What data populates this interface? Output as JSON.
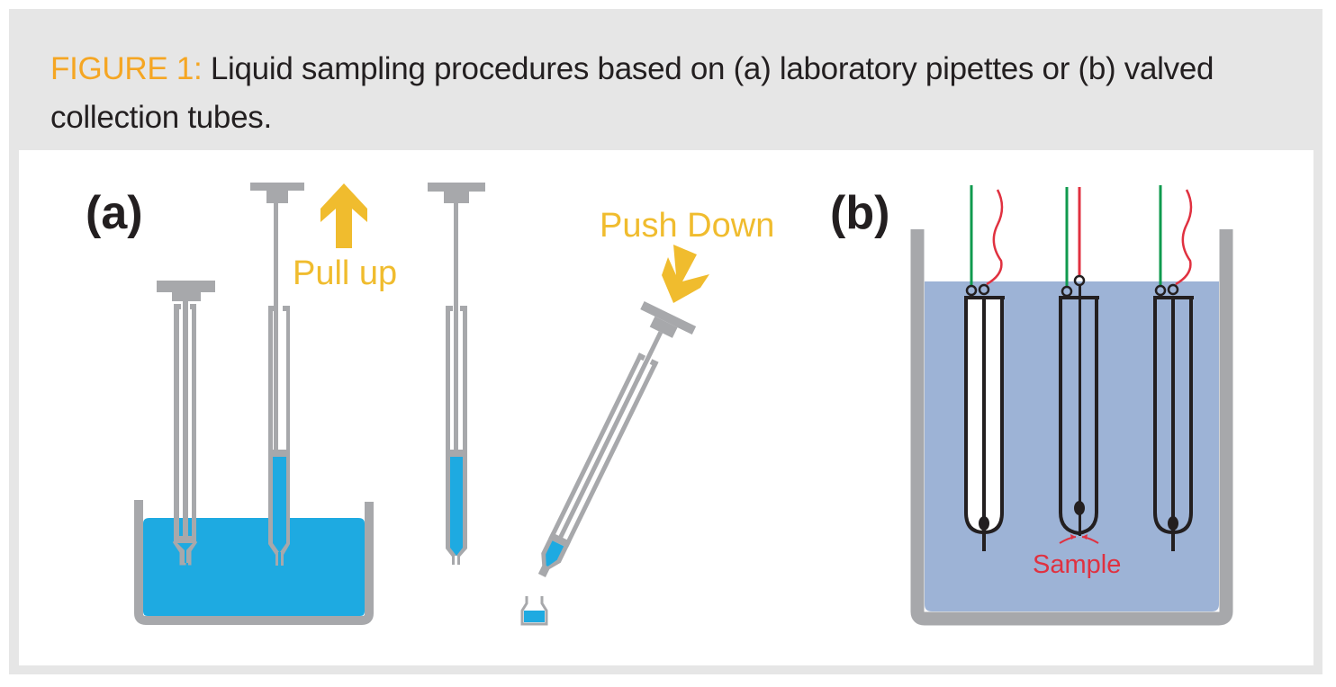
{
  "caption": {
    "label": "FIGURE 1:",
    "text": " Liquid sampling procedures based on (a) laboratory pipettes or (b) valved collection tubes."
  },
  "panel_a": {
    "label": "(a)",
    "pull_label": "Pull up",
    "push_label": "Push Down",
    "steps": [
      "pipette-empty-in-liquid",
      "pipette-filling-pull-up",
      "pipette-filled",
      "pipette-dispensing-into-vial"
    ]
  },
  "panel_b": {
    "label": "(b)",
    "sample_label": "Sample",
    "tubes": [
      "tube-closed-left",
      "tube-open-sampling",
      "tube-closed-right"
    ]
  },
  "colors": {
    "accent_orange": "#f5a623",
    "arrow_yellow": "#f0bc2e",
    "liquid_blue": "#1eaae1",
    "liquid_b_blue": "#9db3d6",
    "apparatus_gray": "#a7a8ab",
    "wire_green": "#0f9a4e",
    "wire_red": "#e03140",
    "tube_black": "#231f20"
  }
}
